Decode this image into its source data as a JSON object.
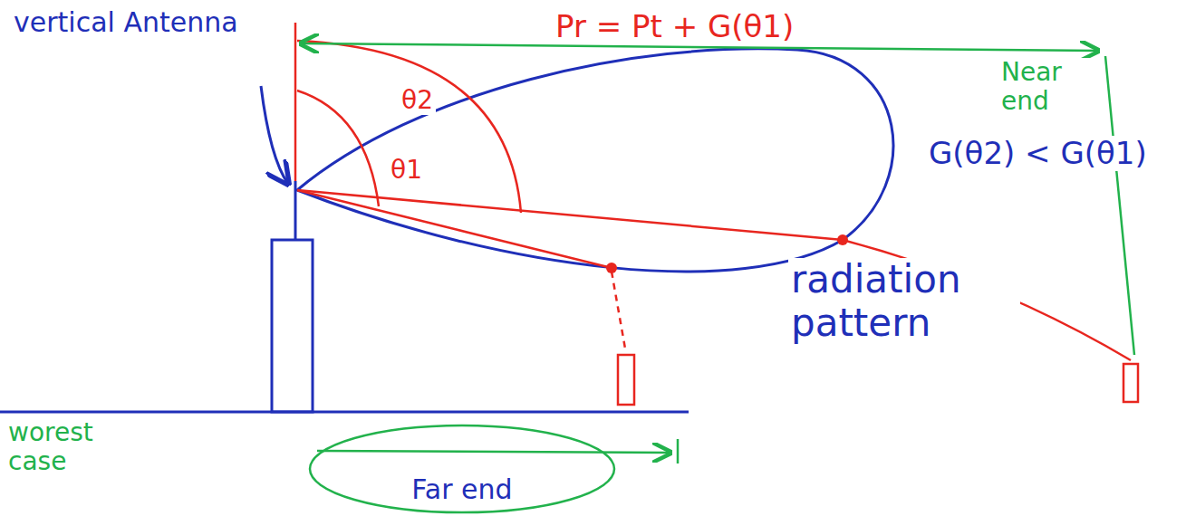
{
  "diagram": {
    "nodes": [
      {
        "text": [
          "Far end"
        ]
      }
    ],
    "labels": [
      "vertical Antenna",
      "Pr = Pt + G(θ1)",
      "θ2",
      "θ1",
      "Near end",
      "G(θ2) < G(θ1)",
      "radiation pattern",
      "worest case"
    ]
  }
}
